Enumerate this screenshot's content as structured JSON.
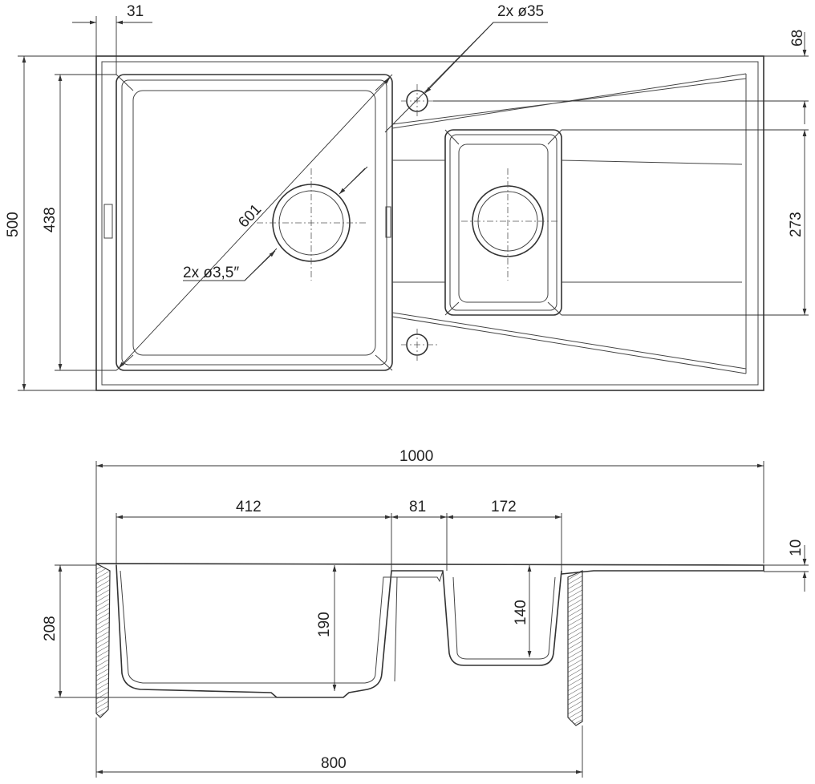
{
  "top_view": {
    "dim_rim_offset": "31",
    "dim_tap_holes": "2x ø35",
    "dim_tap_offset": "68",
    "dim_total_depth": "500",
    "dim_bowl_depth": "438",
    "dim_diagonal": "601",
    "dim_drains": "2x ø3,5″",
    "dim_small_bowl": "273"
  },
  "side_view": {
    "dim_total_width": "1000",
    "dim_big_bowl_width": "412",
    "dim_gap": "81",
    "dim_small_bowl_width": "172",
    "dim_rim_thickness": "10",
    "dim_total_height": "208",
    "dim_big_bowl_height": "190",
    "dim_small_bowl_height": "140",
    "dim_cabinet": "800"
  }
}
